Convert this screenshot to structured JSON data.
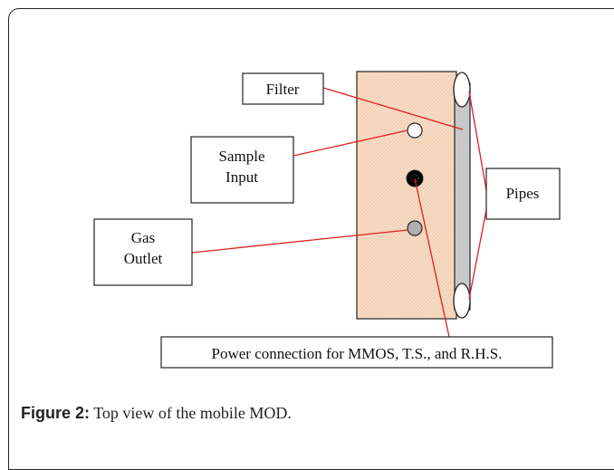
{
  "diagram": {
    "labels": {
      "filter": "Filter",
      "sample_input_line1": "Sample",
      "sample_input_line2": "Input",
      "gas_outlet_line1": "Gas",
      "gas_outlet_line2": "Outlet",
      "pipes": "Pipes",
      "power_connection": "Power connection for MMOS, T.S., and R.H.S."
    },
    "colors": {
      "connector_line": "#e02020",
      "device_body": "#f8dcc4",
      "filter_strip": "#c8c8c8",
      "power_port": "#000000",
      "gas_port": "#b0b0b0"
    }
  },
  "caption": {
    "figure_label": "Figure 2:",
    "text": " Top view of the mobile MOD."
  }
}
